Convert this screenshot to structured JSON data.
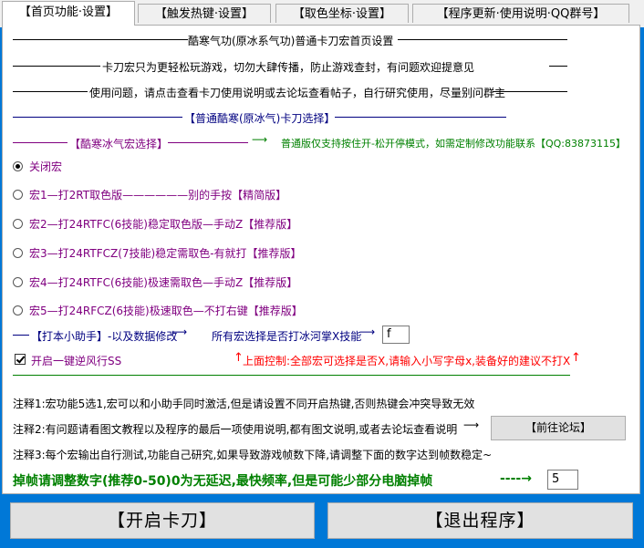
{
  "tabs": [
    {
      "label": "【首页功能·设置】"
    },
    {
      "label": "【触发热键·设置】"
    },
    {
      "label": "【取色坐标·设置】"
    },
    {
      "label": "【程序更新·使用说明·QQ群号】"
    }
  ],
  "header": {
    "line1": "酷寒气功(原冰系气功)普通卡刀宏首页设置",
    "line2": "卡刀宏只为更轻松玩游戏，切勿大肆传播，防止游戏查封，有问题欢迎提意见",
    "line3": "使用问题，请点击查看卡刀使用说明或去论坛查看帖子，自行研究使用，尽量别问群主",
    "section_title": "【普通酷寒(原冰气)卡刀选择】"
  },
  "macro_section": {
    "label": "【酷寒冰气宏选择】",
    "note": "普通版仅支持按住开-松开停模式，如需定制修改功能联系【QQ:83873115】"
  },
  "macros": [
    {
      "label": "关闭宏",
      "selected": true
    },
    {
      "label": "宏1—打2RT取色版——————别的手按【精简版】",
      "selected": false
    },
    {
      "label": "宏2—打24RTFC(6技能)稳定取色版—手动Z【推荐版】",
      "selected": false
    },
    {
      "label": "宏3—打24RTFCZ(7技能)稳定需取色-有就打【推荐版】",
      "selected": false
    },
    {
      "label": "宏4—打24RTFC(6技能)极速需取色—手动Z【推荐版】",
      "selected": false
    },
    {
      "label": "宏5—打24RFCZ(6技能)极速取色—不打右键【推荐版】",
      "selected": false
    }
  ],
  "helper": {
    "label": "【打本小助手】-以及数据修改",
    "question": "所有宏选择是否打冰河掌X技能",
    "x_value": "f"
  },
  "option": {
    "checkbox_label": "开启一键逆风行SS",
    "checked": true,
    "control_note": "上面控制:全部宏可选择是否X,请输入小写字母x,装备好的建议不打X"
  },
  "notes": {
    "note1": "注释1:宏功能5选1,宏可以和小助手同时激活,但是请设置不同开启热键,否则热键会冲突导致无效",
    "note2": "注释2:有问题请看图文教程以及程序的最后一项使用说明,都有图文说明,或者去论坛查看说明",
    "forum_button": "【前往论坛】",
    "note3": "注释3:每个宏输出自行测试,功能自己研究,如果导致游戏帧数下降,请调整下面的数字达到帧数稳定~"
  },
  "frame": {
    "label": "掉帧请调整数字(推荐0-50)0为无延迟,最快频率,但是可能少部分电脑掉帧",
    "value": "5"
  },
  "buttons": {
    "start": "【开启卡刀】",
    "exit": "【退出程序】"
  },
  "colors": {
    "background": "#0078d7",
    "purple": "#800080",
    "green": "#008000",
    "navy": "#000080",
    "red": "#ff0000"
  }
}
